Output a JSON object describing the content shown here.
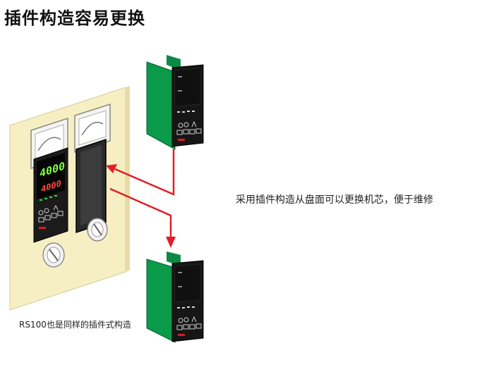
{
  "page": {
    "title": "插件构造容易更换",
    "main_caption": "采用插件构造从盘面可以更换机芯，便于维修",
    "sub_caption": "RS100也是同样的插件式构造"
  },
  "device": {
    "readout_top": "4000",
    "readout_bottom": "4000",
    "display_color": "#7cff3a",
    "display_color_2": "#ff4a3a",
    "board_color": "#0a9a4a",
    "arrow_color": "#e31e24"
  }
}
